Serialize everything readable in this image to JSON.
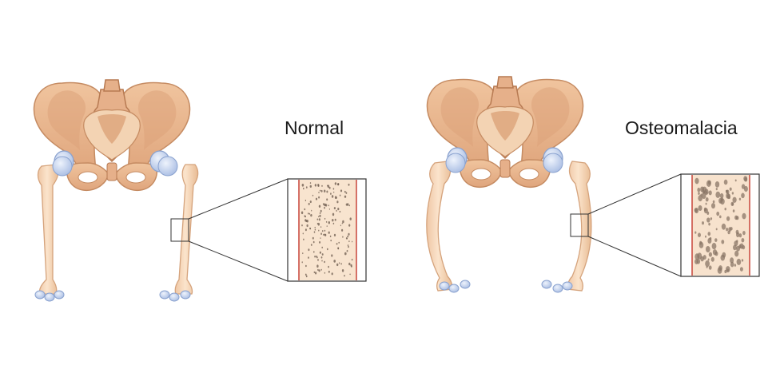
{
  "panels": [
    {
      "id": "normal",
      "label": "Normal"
    },
    {
      "id": "osteomalacia",
      "label": "Osteomalacia"
    }
  ],
  "colors": {
    "bone": "#ecb98f",
    "bone_shade": "#dca27a",
    "bone_dark": "#c98c63",
    "bone_outline": "#b77a52",
    "joint_cartilage": "#c9d8f0",
    "joint_outline": "#8aa2cf",
    "femur": "#f6d7b8",
    "femur_outline": "#d5a37c",
    "cortex_line": "#c8453a",
    "trabecular_fill": "#f7e2cd",
    "pores": "#6b5a4c",
    "box_outline": "#333333",
    "label_text": "#1a1a1a"
  },
  "icons": [
    "pelvis-illustration",
    "femur-illustration",
    "magnified-bone-tissue"
  ]
}
